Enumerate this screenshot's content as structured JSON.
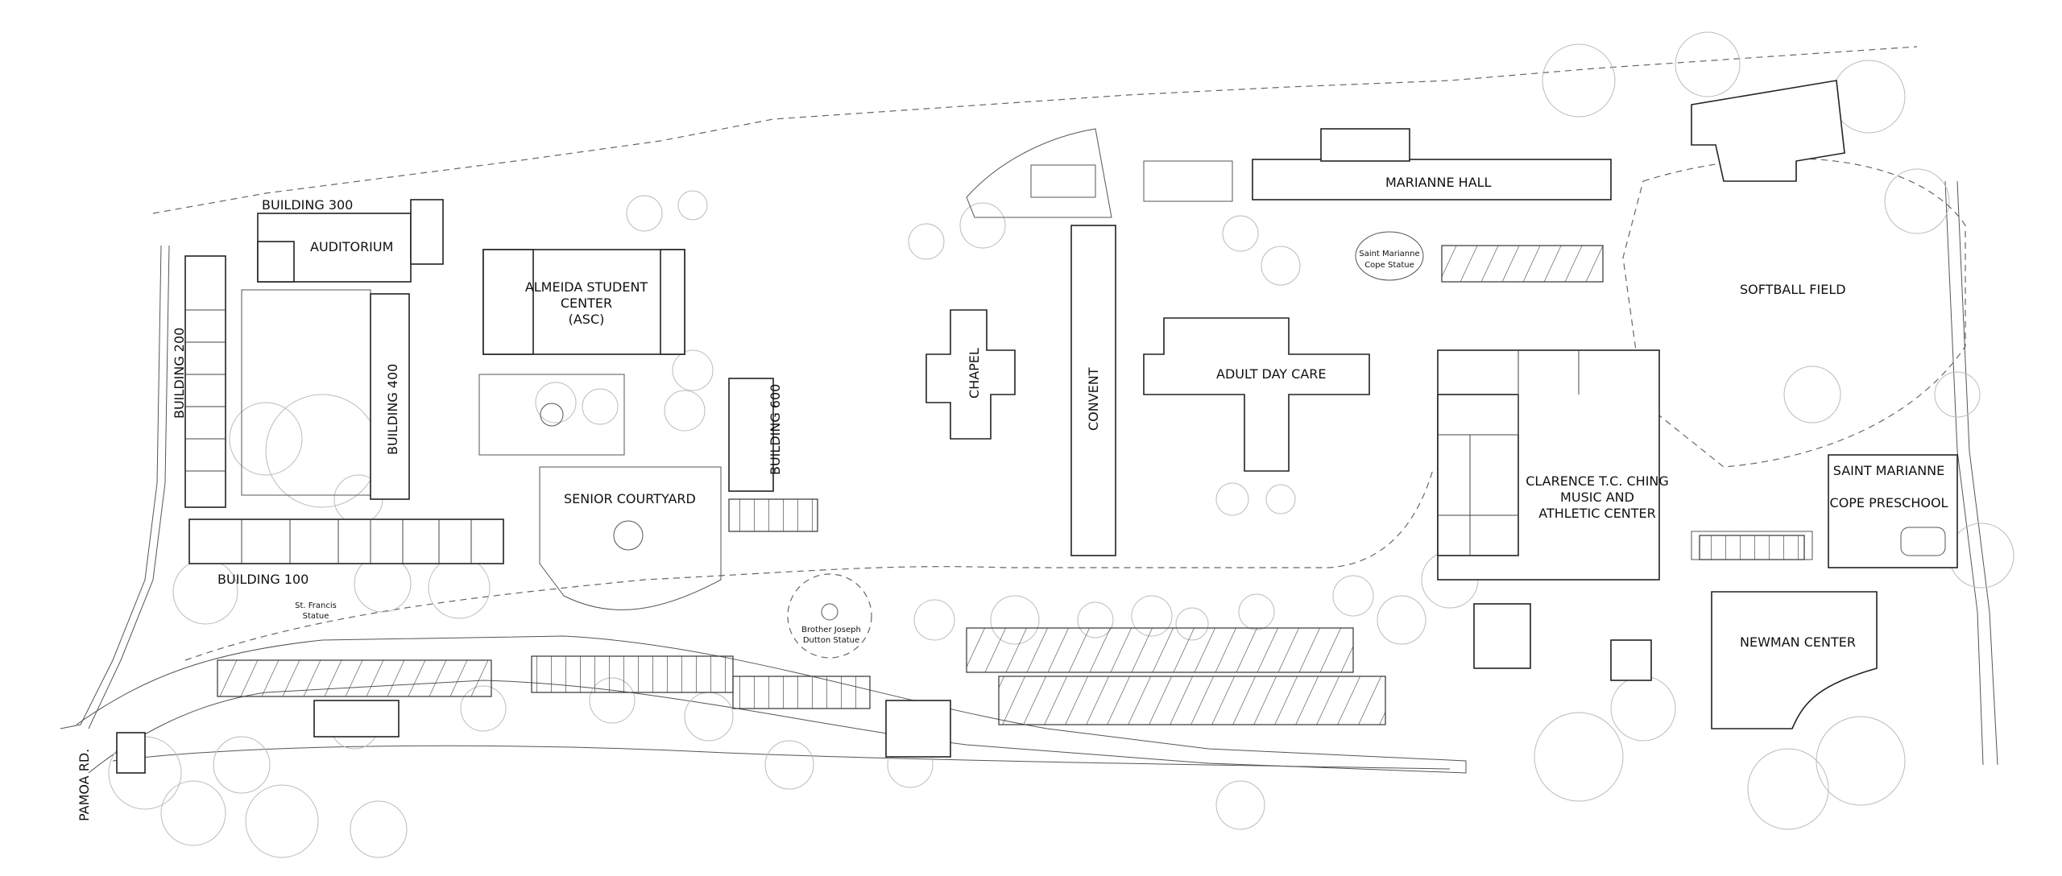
{
  "map": {
    "labels": {
      "building300": "BUILDING 300",
      "auditorium": "AUDITORIUM",
      "building200": "BUILDING 200",
      "building400": "BUILDING 400",
      "asc_line1": "ALMEIDA STUDENT",
      "asc_line2": "CENTER",
      "asc_line3": "(ASC)",
      "building600": "BUILDING 600",
      "senior_courtyard": "SENIOR COURTYARD",
      "building100": "BUILDING 100",
      "st_francis_line1": "St. Francis",
      "st_francis_line2": "Statue",
      "brother_joseph_line1": "Brother Joseph",
      "brother_joseph_line2": "Dutton Statue",
      "chapel": "CHAPEL",
      "convent": "CONVENT",
      "adult_day_care": "ADULT DAY CARE",
      "marianne_hall": "MARIANNE HALL",
      "marianne_statue_line1": "Saint Marianne",
      "marianne_statue_line2": "Cope Statue",
      "ching_line1": "CLARENCE T.C. CHING",
      "ching_line2": "MUSIC AND",
      "ching_line3": "ATHLETIC CENTER",
      "softball_field": "SOFTBALL FIELD",
      "preschool_line1": "SAINT MARIANNE",
      "preschool_line2": "COPE PRESCHOOL",
      "newman_center": "NEWMAN CENTER",
      "pamoa_rd": "PAMOA RD."
    }
  }
}
